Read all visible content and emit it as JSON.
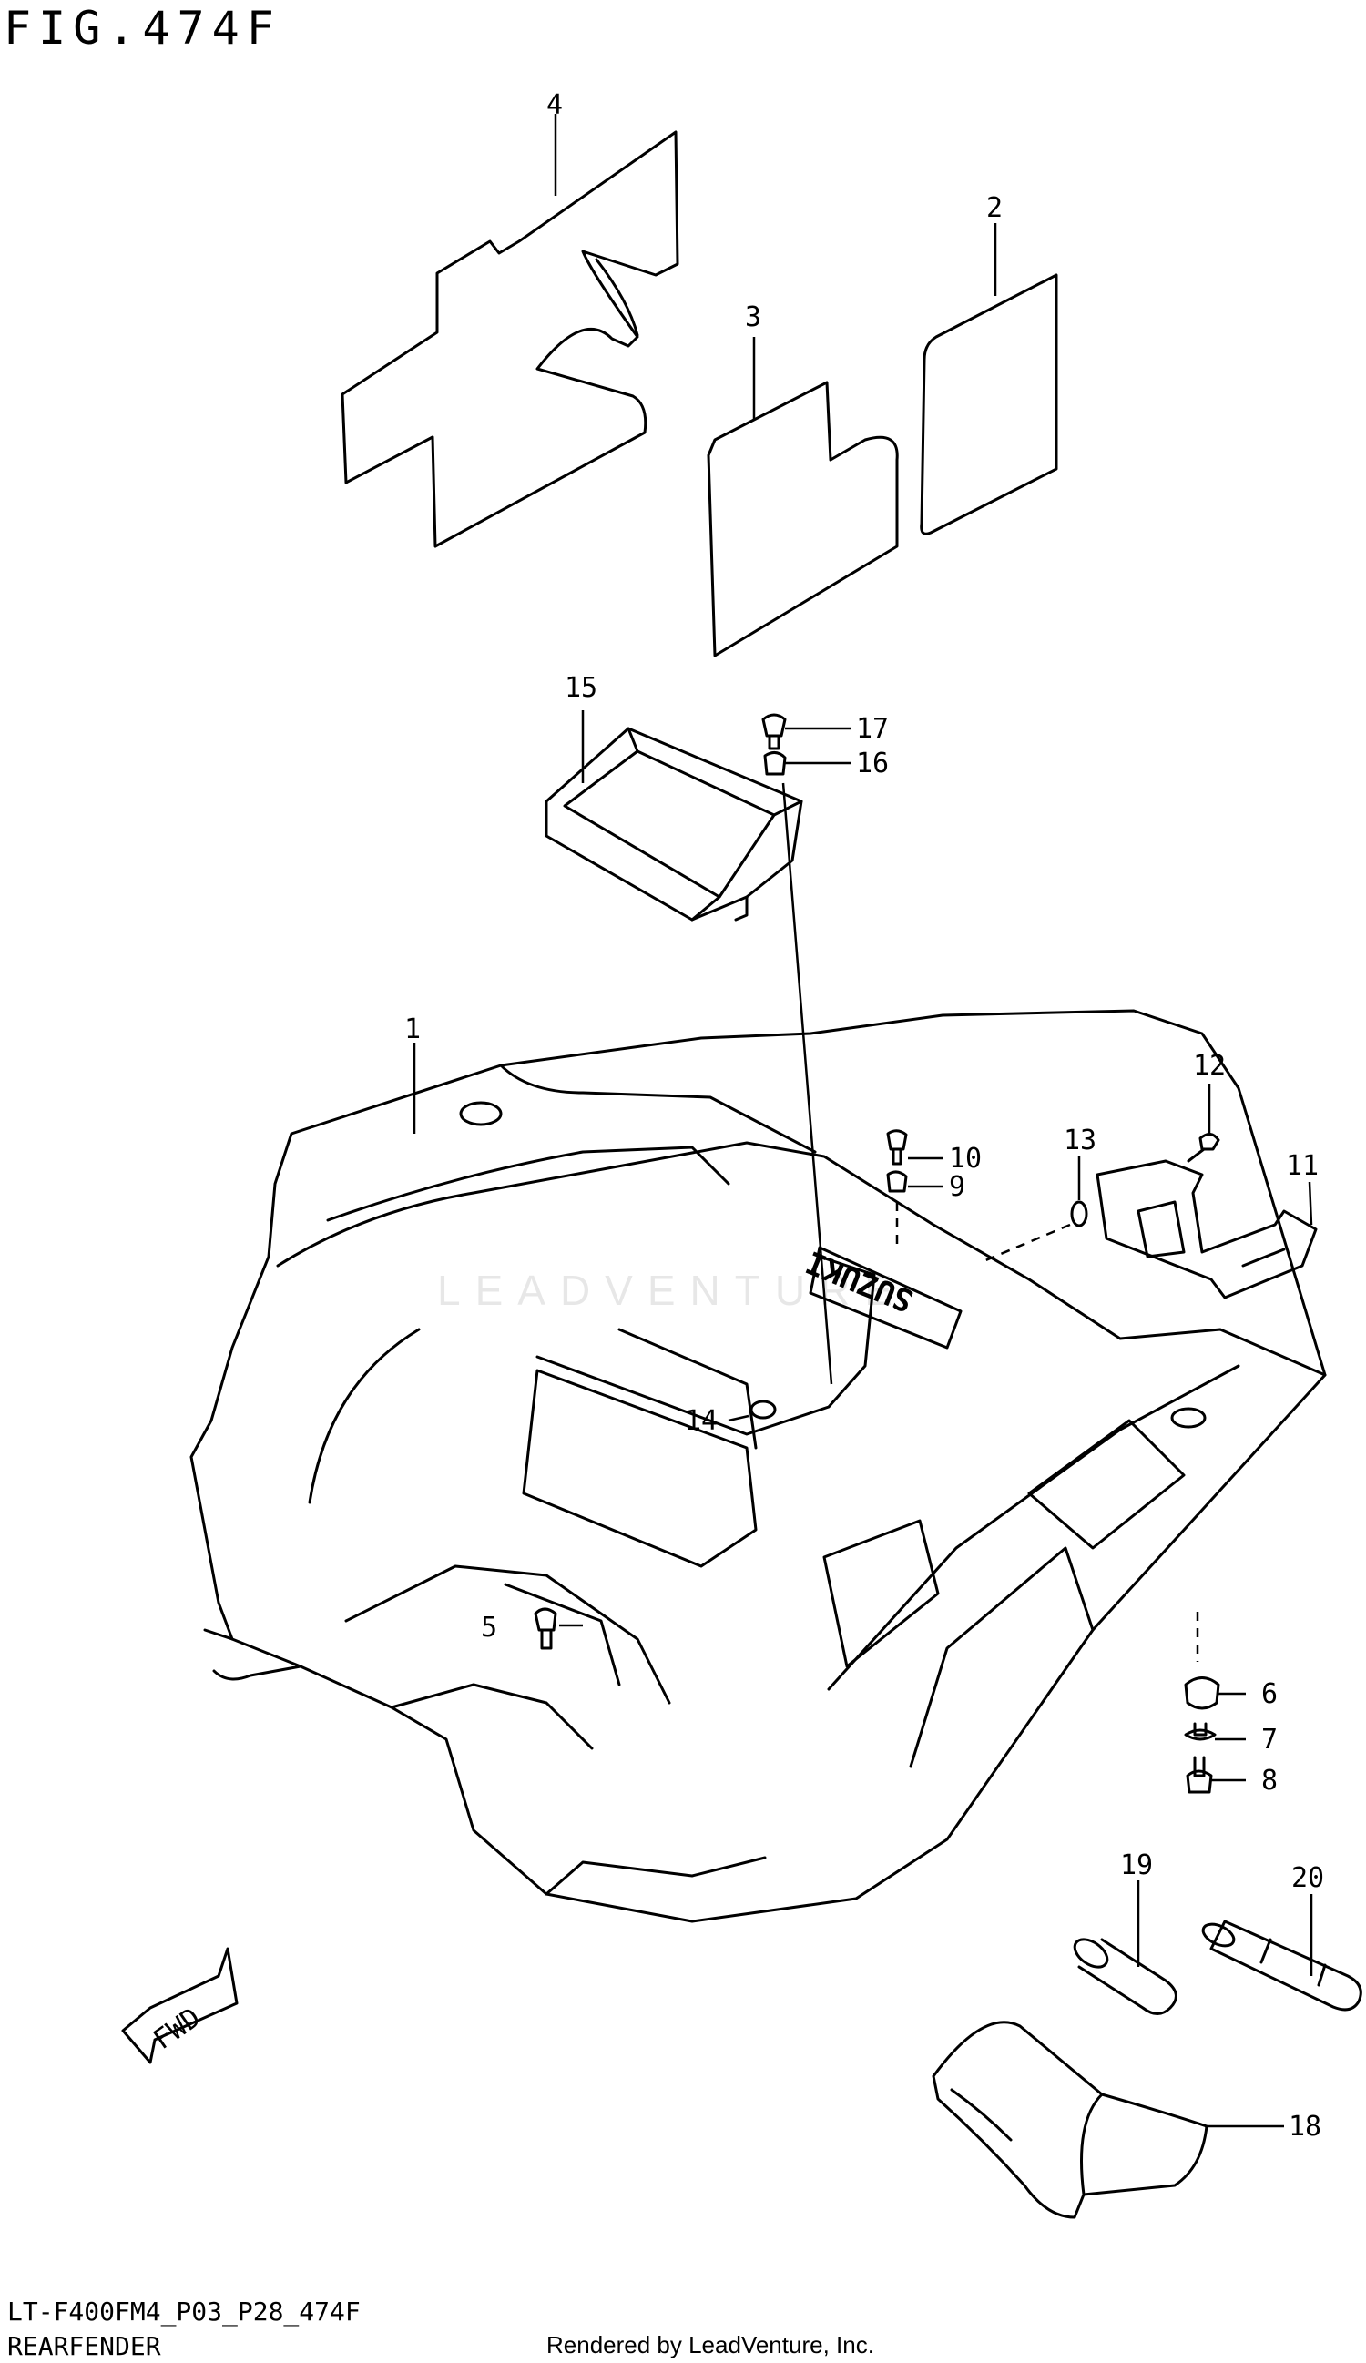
{
  "figure": {
    "title": "FIG.474F"
  },
  "watermark": {
    "text": "LEADVENTURE"
  },
  "callouts": [
    "1",
    "2",
    "3",
    "4",
    "5",
    "6",
    "7",
    "8",
    "9",
    "10",
    "11",
    "12",
    "13",
    "14",
    "15",
    "16",
    "17",
    "18",
    "19",
    "20"
  ],
  "fender_brand": "SUZUKI",
  "fwd_label": "FWD",
  "footer": {
    "code": "LT-F400FM4_P03_P28_474F",
    "name": "REARFENDER",
    "credit": "Rendered by LeadVenture, Inc."
  }
}
